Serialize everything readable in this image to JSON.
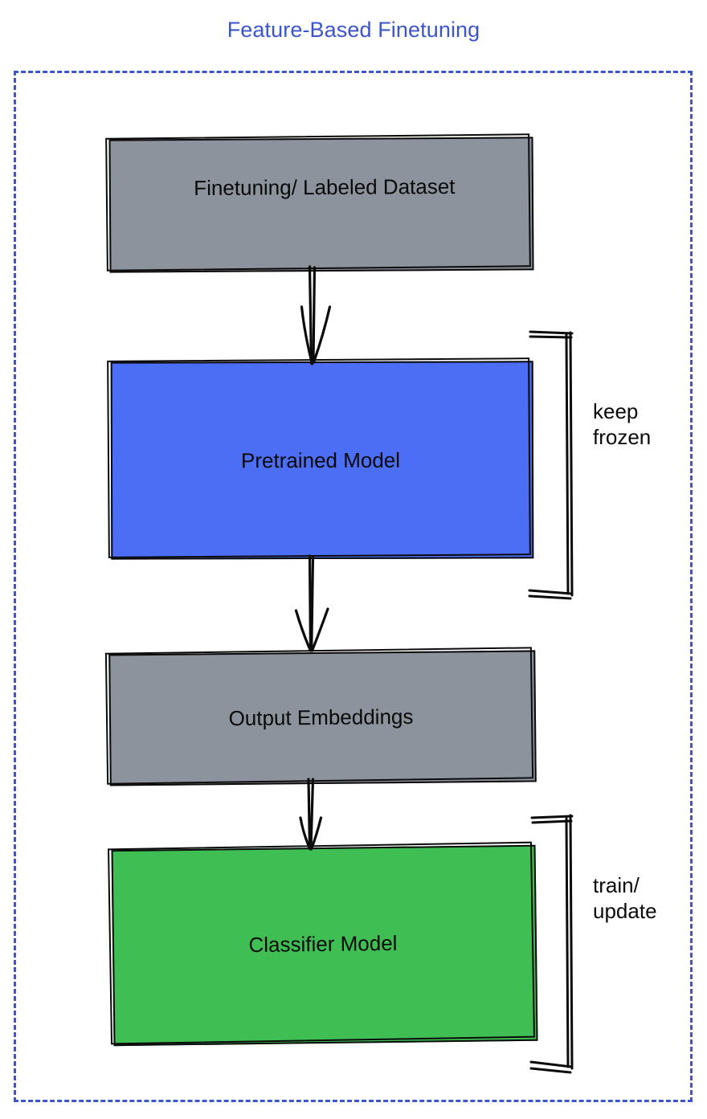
{
  "title": "Feature-Based Finetuning",
  "colors": {
    "title": "#3b55cc",
    "frame_border": "#3b55cc",
    "gray_node": "#8c939c",
    "blue_node": "#4c6ef5",
    "green_node": "#3fbe53",
    "stroke": "#0b0b0b",
    "text": "#0a0a0a",
    "background": "#ffffff"
  },
  "flow": {
    "nodes": [
      {
        "id": "dataset",
        "label": "Finetuning/ Labeled Dataset",
        "fill": "gray"
      },
      {
        "id": "pretrained",
        "label": "Pretrained Model",
        "fill": "blue"
      },
      {
        "id": "embeddings",
        "label": "Output Embeddings",
        "fill": "gray"
      },
      {
        "id": "classifier",
        "label": "Classifier Model",
        "fill": "green"
      }
    ],
    "arrows": [
      {
        "from": "dataset",
        "to": "pretrained"
      },
      {
        "from": "pretrained",
        "to": "embeddings"
      },
      {
        "from": "embeddings",
        "to": "classifier"
      }
    ],
    "annotations": [
      {
        "id": "keep-frozen",
        "label": "keep\nfrozen",
        "targets": [
          "pretrained"
        ]
      },
      {
        "id": "train-update",
        "label": "train/\nupdate",
        "targets": [
          "classifier"
        ]
      }
    ]
  }
}
